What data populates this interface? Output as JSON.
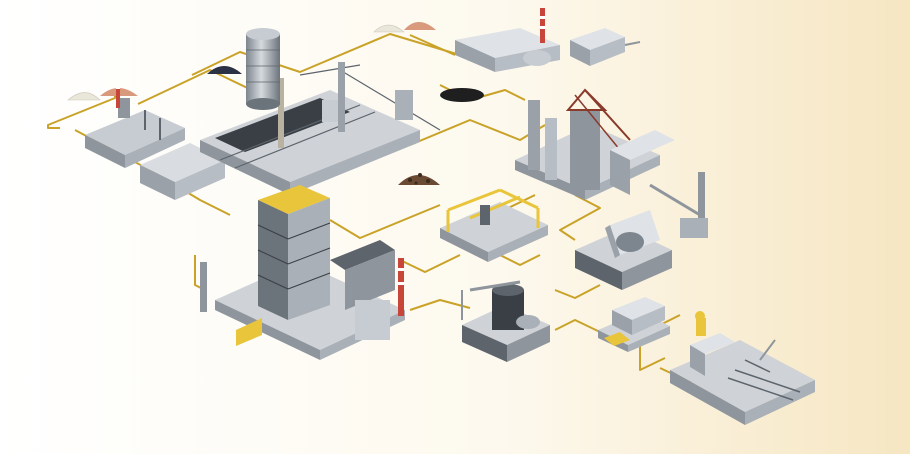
{
  "colors": {
    "background_left": "#ffffff",
    "background_right": "#f6e6c2",
    "connector": "#c9a227",
    "accent_yellow": "#e8c53a",
    "steel_light": "#d9dde2",
    "steel_mid": "#a9b0b8",
    "steel_dark": "#5d646c",
    "roof_dark": "#3a3f45",
    "chimney_red": "#c8453a",
    "pile_white": "#e9e6da",
    "pile_salmon": "#d9997c",
    "pile_navy": "#2b3245",
    "pile_black": "#1f1f1f",
    "pile_brown": "#6b4a33"
  },
  "facilities": [
    {
      "id": "sinter-plant",
      "icon": "sinter-plant-icon"
    },
    {
      "id": "coke-oven-battery",
      "icon": "coke-oven-icon"
    },
    {
      "id": "gas-holder",
      "icon": "gas-holder-icon"
    },
    {
      "id": "pellet-plant",
      "icon": "pellet-plant-icon"
    },
    {
      "id": "blast-furnace",
      "icon": "blast-furnace-icon"
    },
    {
      "id": "direct-reduction-tower",
      "icon": "direct-reduction-icon"
    },
    {
      "id": "scrap-yard-crane",
      "icon": "crane-icon"
    },
    {
      "id": "converter",
      "icon": "converter-icon"
    },
    {
      "id": "electric-arc-furnace",
      "icon": "electric-arc-furnace-icon"
    },
    {
      "id": "ladle-furnace",
      "icon": "ladle-furnace-icon"
    },
    {
      "id": "continuous-caster",
      "icon": "continuous-caster-icon"
    },
    {
      "id": "rolling-mill",
      "icon": "rolling-mill-icon"
    }
  ],
  "raw_material_piles": [
    {
      "id": "limestone",
      "color": "#e9e6da"
    },
    {
      "id": "iron-ore-red",
      "color": "#d9997c"
    },
    {
      "id": "coal",
      "color": "#2b3245"
    },
    {
      "id": "coke",
      "color": "#1f1f1f"
    },
    {
      "id": "scrap",
      "color": "#6b4a33"
    }
  ]
}
